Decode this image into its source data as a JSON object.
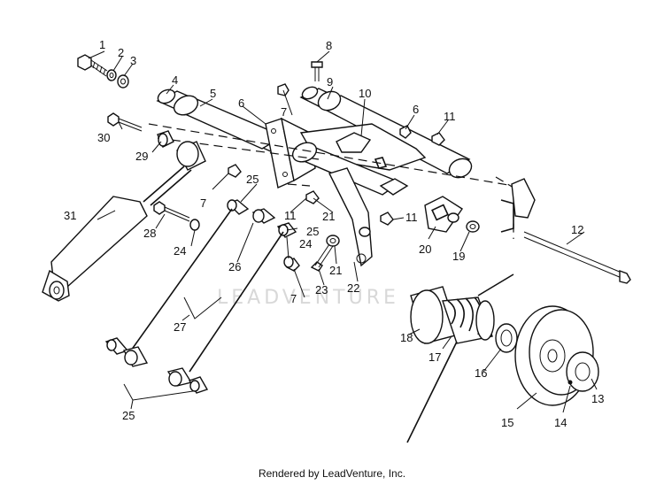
{
  "diagram": {
    "watermark": "LEADVENTURE",
    "footer": "Rendered by LeadVenture, Inc.",
    "callouts": [
      "1",
      "2",
      "3",
      "4",
      "5",
      "6",
      "7",
      "8",
      "9",
      "10",
      "6",
      "11",
      "30",
      "29",
      "7",
      "25",
      "31",
      "28",
      "24",
      "11",
      "25",
      "21",
      "11",
      "20",
      "19",
      "12",
      "26",
      "24",
      "21",
      "23",
      "7",
      "22",
      "27",
      "18",
      "17",
      "16",
      "15",
      "14",
      "13",
      "25"
    ]
  }
}
